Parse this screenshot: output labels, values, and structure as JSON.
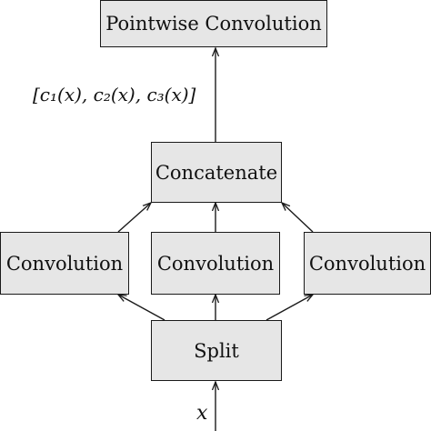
{
  "colors": {
    "box_fill": "#e6e6e6",
    "stroke": "#1a1a1a",
    "text": "#111111",
    "background": "#ffffff"
  },
  "nodes": {
    "pointwise": "Pointwise Convolution",
    "concatenate": "Concatenate",
    "conv_left": "Convolution",
    "conv_middle": "Convolution",
    "conv_right": "Convolution",
    "split": "Split"
  },
  "labels": {
    "concat_output": "[c₁(x), c₂(x), c₃(x)]",
    "input": "x"
  },
  "edges": [
    {
      "from": "input",
      "to": "split"
    },
    {
      "from": "split",
      "to": "conv_left"
    },
    {
      "from": "split",
      "to": "conv_middle"
    },
    {
      "from": "split",
      "to": "conv_right"
    },
    {
      "from": "conv_left",
      "to": "concatenate"
    },
    {
      "from": "conv_middle",
      "to": "concatenate"
    },
    {
      "from": "conv_right",
      "to": "concatenate"
    },
    {
      "from": "concatenate",
      "to": "pointwise"
    }
  ]
}
